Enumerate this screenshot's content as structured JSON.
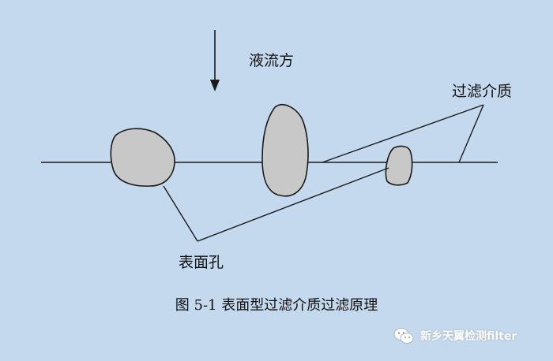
{
  "labels": {
    "flow_direction": "液流方",
    "filter_medium": "过滤介质",
    "surface_pore": "表面孔"
  },
  "caption": "图 5-1 表面型过滤介质过滤原理",
  "watermark": {
    "text": "新乡天翼检测filter",
    "icon": "wechat-icon"
  },
  "colors": {
    "background": "#c5d9ee",
    "particle_fill": "#c8c8c8",
    "stroke": "#1a1a1a"
  }
}
